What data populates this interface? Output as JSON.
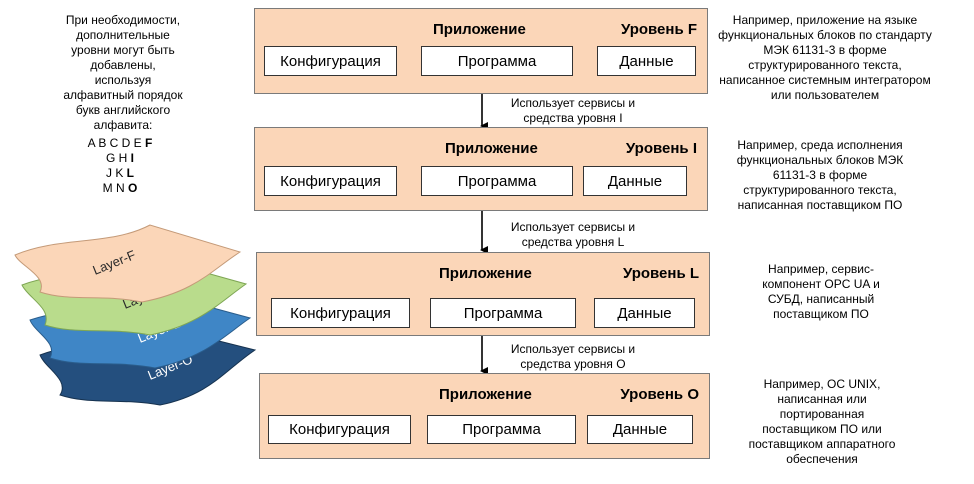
{
  "left_note": "При необходимости, дополнительные уровни могут быть добавлены, используя алфавитный порядок букв английского алфавита:",
  "letter_rows": [
    {
      "plain": "A B C D E ",
      "bold": "F"
    },
    {
      "plain": "G H ",
      "bold": "I"
    },
    {
      "plain": "J K ",
      "bold": "L"
    },
    {
      "plain": "M N ",
      "bold": "O"
    }
  ],
  "stack_layers": [
    "Layer-F",
    "Layer-I",
    "Layer-L",
    "Layer-O"
  ],
  "levels": [
    {
      "app": "Приложение",
      "level": "Уровень F",
      "config": "Конфигурация",
      "program": "Программа",
      "data": "Данные",
      "desc": "Например, приложение на языке функциональных блоков по стандарту МЭК 61131-3 в форме структурированного текста, написанное системным интегратором или пользователем"
    },
    {
      "app": "Приложение",
      "level": "Уровень I",
      "config": "Конфигурация",
      "program": "Программа",
      "data": "Данные",
      "desc": "Например, среда исполнения функциональных блоков МЭК 61131-3 в форме структурированного текста, написанная поставщиком ПО"
    },
    {
      "app": "Приложение",
      "level": "Уровень L",
      "config": "Конфигурация",
      "program": "Программа",
      "data": "Данные",
      "desc": "Например, сервис-компонент OPC UA и СУБД, написанный поставщиком ПО"
    },
    {
      "app": "Приложение",
      "level": "Уровень O",
      "config": "Конфигурация",
      "program": "Программа",
      "data": "Данные",
      "desc": "Например, ОС UNIX, написанная или портированная поставщиком ПО или поставщиком аппаратного обеспечения"
    }
  ],
  "arrow_labels": [
    "Использует сервисы и средства уровня I",
    "Использует сервисы и средства уровня L",
    "Использует сервисы и средства уровня O"
  ],
  "colors": {
    "level_fill": "#fbd6b8",
    "layer_f": "#fbd6b8",
    "layer_i": "#b9dc8c",
    "layer_l": "#3f86c6",
    "layer_o": "#244f7e"
  }
}
